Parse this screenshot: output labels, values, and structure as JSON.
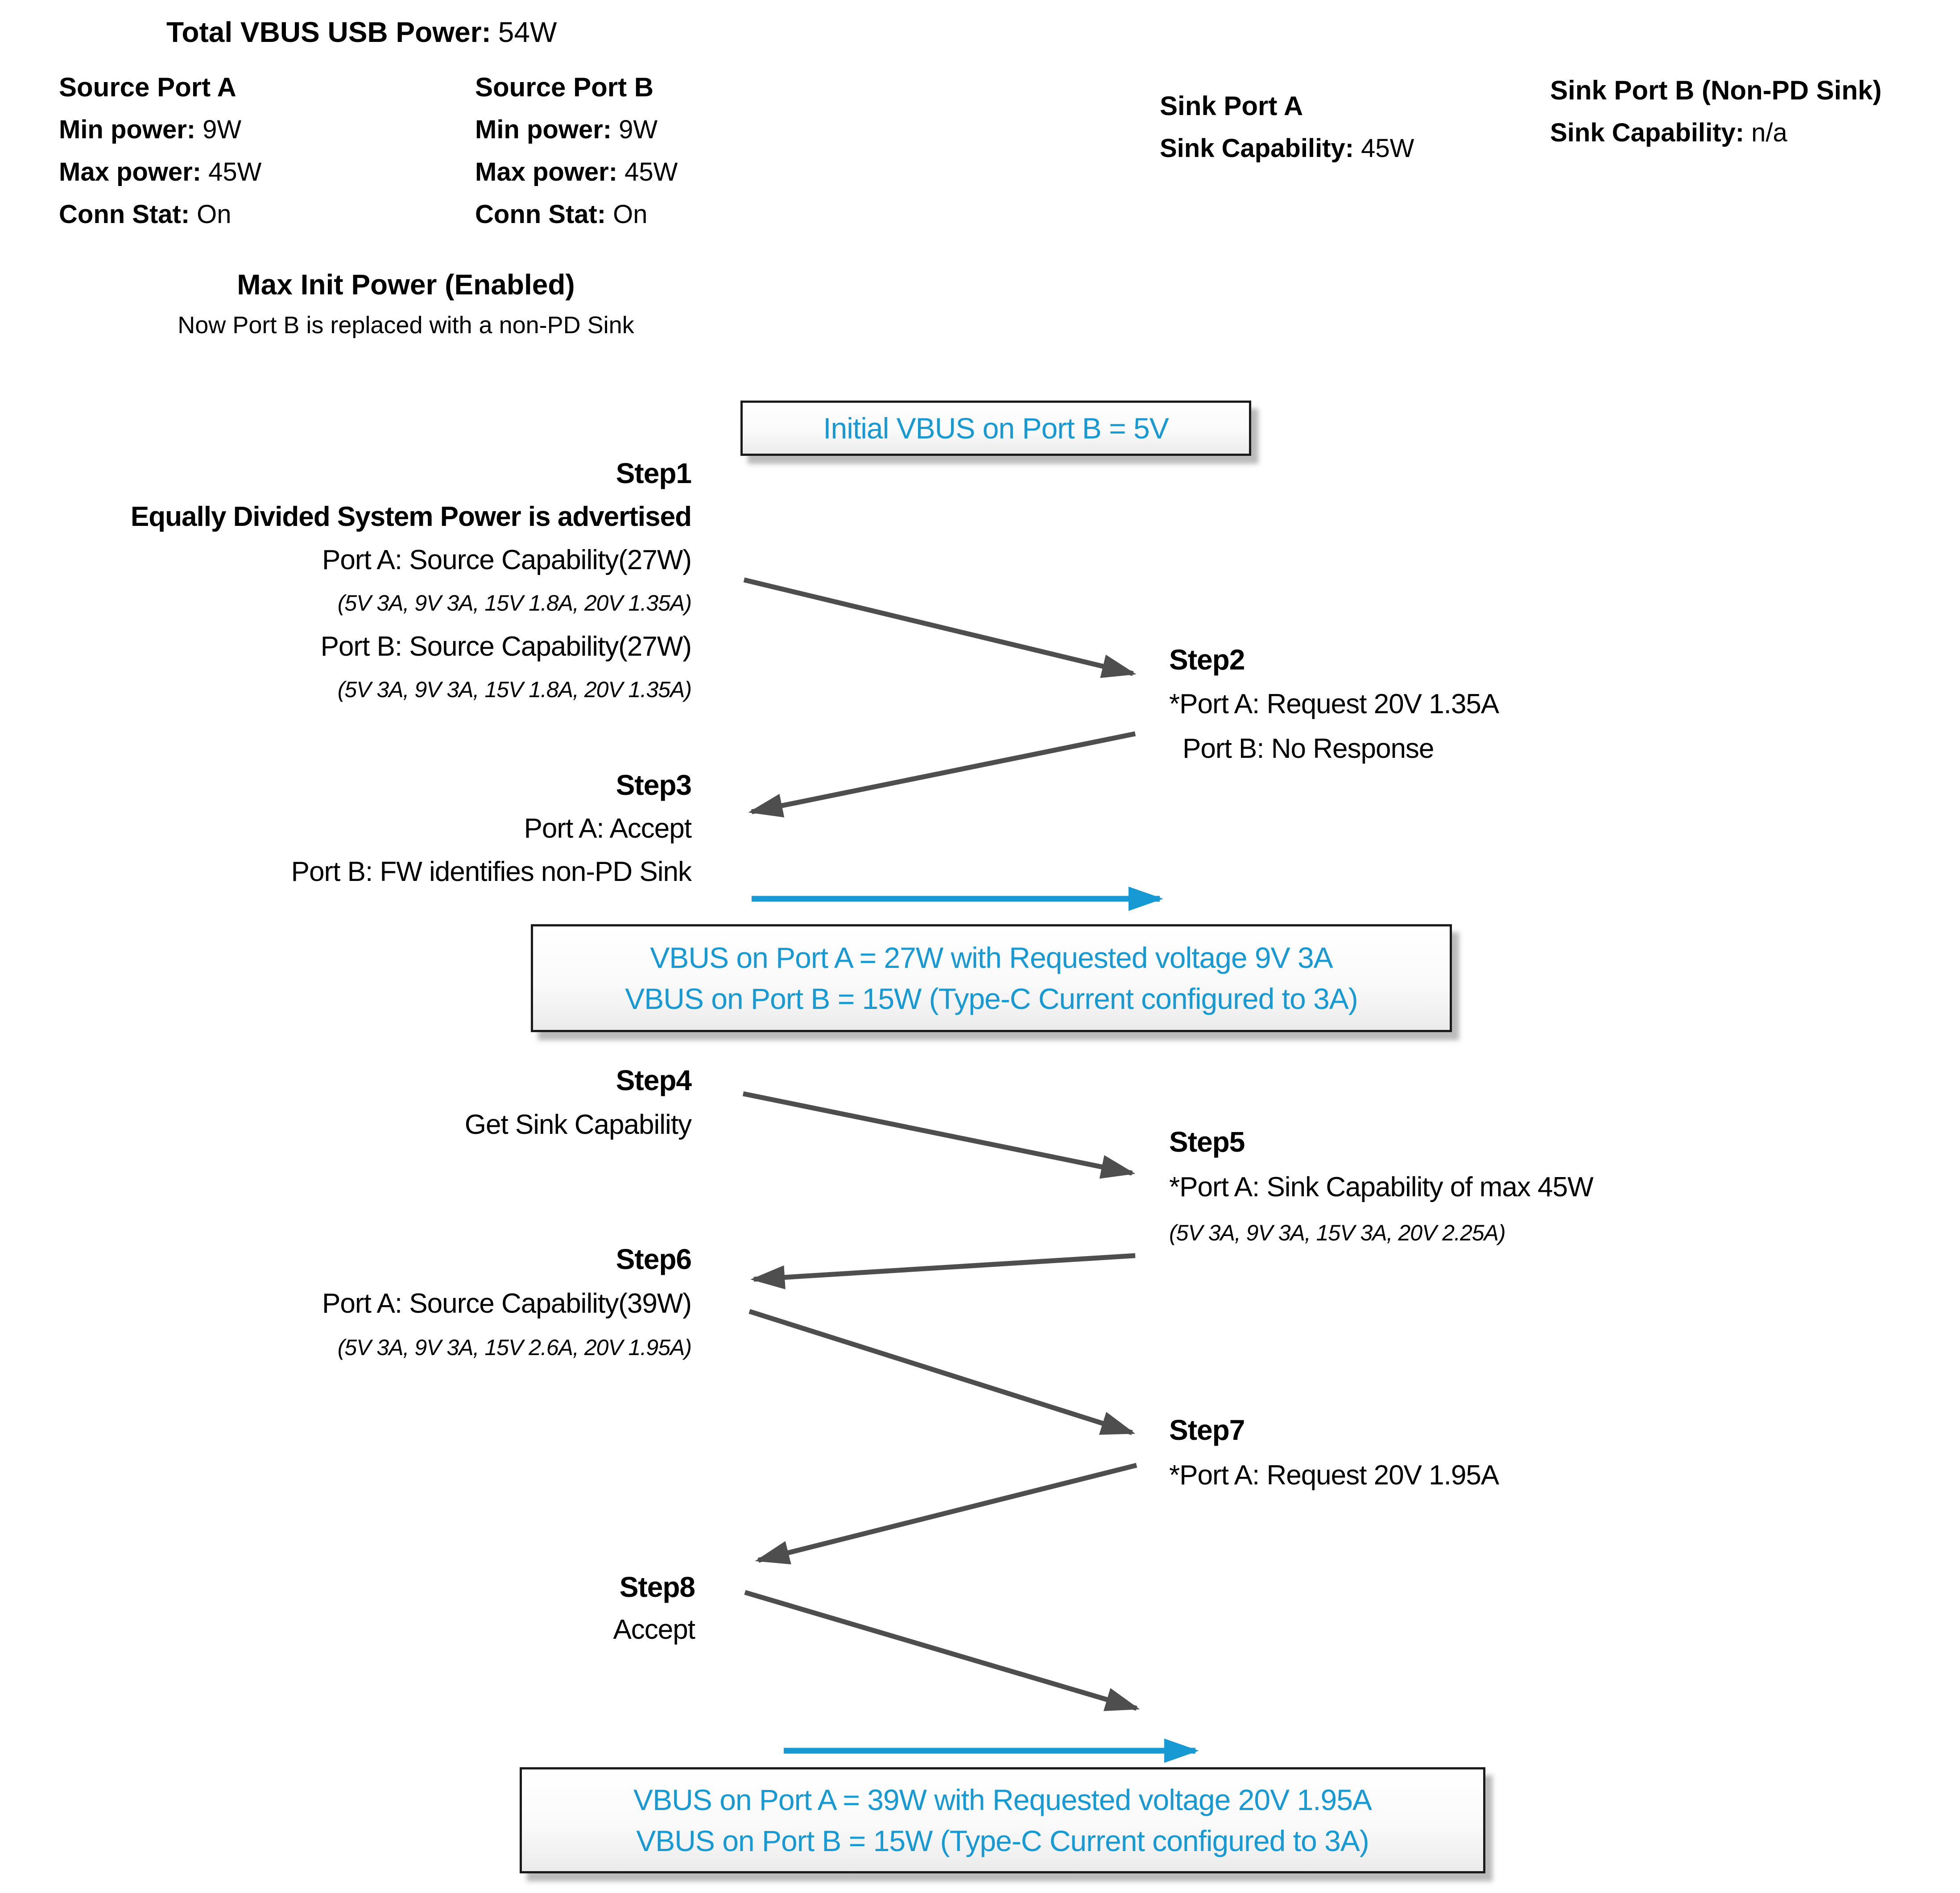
{
  "header": {
    "title_label": "Total VBUS USB Power:",
    "title_value": "54W"
  },
  "ports": {
    "source_a": {
      "title": "Source Port A",
      "rows": [
        [
          "Min power:",
          "9W"
        ],
        [
          "Max power:",
          "45W"
        ],
        [
          "Conn Stat:",
          "On"
        ]
      ]
    },
    "source_b": {
      "title": "Source Port B",
      "rows": [
        [
          "Min power:",
          "9W"
        ],
        [
          "Max power:",
          "45W"
        ],
        [
          "Conn Stat:",
          "On"
        ]
      ]
    },
    "sink_a": {
      "title": "Sink Port A",
      "rows": [
        [
          "Sink Capability:",
          "45W"
        ]
      ]
    },
    "sink_b": {
      "title": "Sink Port B (Non-PD Sink)",
      "rows": [
        [
          "Sink Capability:",
          "n/a"
        ]
      ]
    }
  },
  "scenario": {
    "title": "Max Init Power (Enabled)",
    "note": "Now Port B is replaced with a non-PD Sink"
  },
  "callouts": {
    "initial": "Initial VBUS on Port B = 5V",
    "mid": [
      "VBUS on Port A = 27W with Requested voltage 9V 3A",
      "VBUS on Port B = 15W (Type-C Current configured to 3A)"
    ],
    "final": [
      "VBUS on Port A = 39W with Requested voltage 20V 1.95A",
      "VBUS on Port B = 15W (Type-C Current configured to 3A)"
    ]
  },
  "steps": [
    {
      "name": "Step1",
      "lines": [
        "Equally Divided System Power is advertised",
        "Port A: Source Capability(27W)",
        "(5V 3A, 9V 3A, 15V 1.8A, 20V 1.35A)",
        "Port B: Source Capability(27W)",
        "(5V 3A, 9V 3A, 15V 1.8A, 20V 1.35A)"
      ]
    },
    {
      "name": "Step2",
      "lines": [
        "*Port A: Request 20V 1.35A",
        "Port B: No Response"
      ]
    },
    {
      "name": "Step3",
      "lines": [
        "Port A: Accept",
        "Port B: FW identifies non-PD Sink"
      ]
    },
    {
      "name": "Step4",
      "lines": [
        "Get Sink Capability"
      ]
    },
    {
      "name": "Step5",
      "lines": [
        "*Port A: Sink Capability of max 45W",
        "(5V 3A, 9V 3A, 15V 3A, 20V 2.25A)"
      ]
    },
    {
      "name": "Step6",
      "lines": [
        "Port A: Source Capability(39W)",
        "(5V 3A, 9V 3A, 15V 2.6A, 20V 1.95A)"
      ]
    },
    {
      "name": "Step7",
      "lines": [
        "*Port A: Request 20V 1.95A"
      ]
    },
    {
      "name": "Step8",
      "lines": [
        "Accept"
      ]
    }
  ],
  "colors": {
    "accent_blue": "#1799D4",
    "arrow_gray": "#4E4E4E"
  }
}
